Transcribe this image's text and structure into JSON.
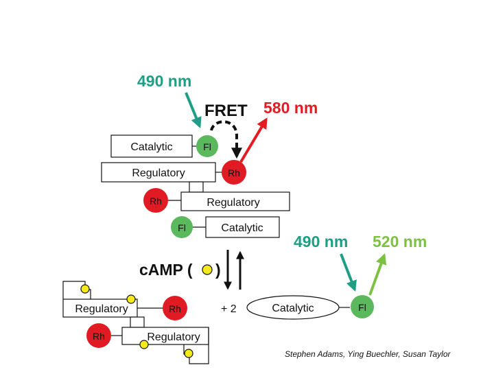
{
  "colors": {
    "teal": "#1f9e86",
    "red": "#e31b23",
    "green_light": "#7dc143",
    "fl_green": "#5cb85c",
    "rh_red": "#e11b24",
    "camp_yellow": "#f7ea1a",
    "black": "#111111"
  },
  "top": {
    "excitation": "490 nm",
    "fret": "FRET",
    "emission": "580 nm"
  },
  "bound_complex": {
    "catalytic_1": "Catalytic",
    "fl_1": "Fl",
    "regulatory_1": "Regulatory",
    "rh_1": "Rh",
    "rh_2": "Rh",
    "regulatory_2": "Regulatory",
    "fl_2": "Fl",
    "catalytic_2": "Catalytic"
  },
  "camp": {
    "label_start": "cAMP (",
    "label_end": ")"
  },
  "dissociated": {
    "regulatory_1": "Regulatory",
    "rh_1": "Rh",
    "rh_2": "Rh",
    "regulatory_2": "Regulatory",
    "plus": "+ 2",
    "catalytic": "Catalytic",
    "fl": "Fl",
    "excitation": "490 nm",
    "emission": "520 nm"
  },
  "credit": "Stephen Adams, Ying Buechler, Susan Taylor"
}
